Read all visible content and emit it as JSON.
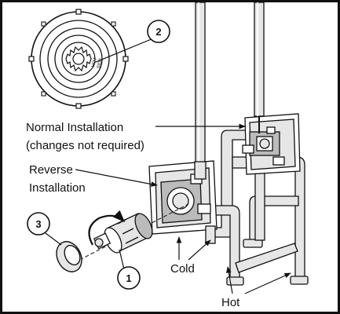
{
  "callouts": {
    "one": "1",
    "two": "2",
    "three": "3"
  },
  "labels": {
    "normal_line1": "Normal Installation",
    "normal_line2": "(changes not required)",
    "reverse_line1": "Reverse",
    "reverse_line2": "Installation",
    "cold": "Cold",
    "hot": "Hot"
  },
  "cartridge_stamp": {
    "line1": "HOT",
    "line2": "SIDE"
  },
  "colors": {
    "line": "#111111",
    "pipe_fill": "#e6e6e6",
    "shade": "#bbbbbb",
    "background": "#ffffff"
  }
}
